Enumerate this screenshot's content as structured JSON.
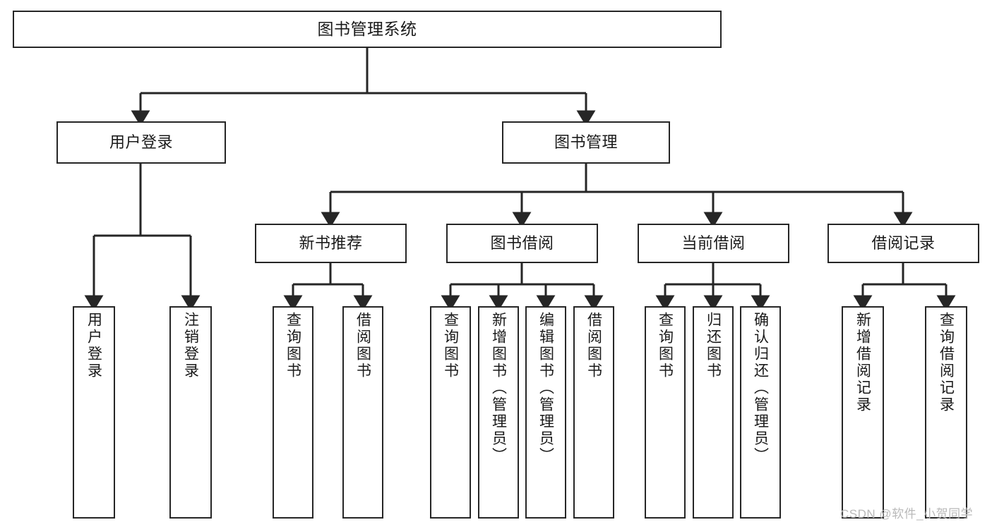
{
  "diagram": {
    "title": "图书管理系统",
    "type": "tree-hierarchy",
    "root": {
      "label": "图书管理系统"
    },
    "level2": [
      {
        "label": "用户登录"
      },
      {
        "label": "图书管理"
      }
    ],
    "level3": [
      {
        "label": "新书推荐"
      },
      {
        "label": "图书借阅"
      },
      {
        "label": "当前借阅"
      },
      {
        "label": "借阅记录"
      }
    ],
    "leaves": {
      "user_login": [
        {
          "label": "用户登录"
        },
        {
          "label": "注销登录"
        }
      ],
      "new_book_recommend": [
        {
          "label": "查询图书"
        },
        {
          "label": "借阅图书"
        }
      ],
      "book_borrow": [
        {
          "label": "查询图书"
        },
        {
          "label": "新增图书（管理员）"
        },
        {
          "label": "编辑图书（管理员）"
        },
        {
          "label": "借阅图书"
        }
      ],
      "current_borrow": [
        {
          "label": "查询图书"
        },
        {
          "label": "归还图书"
        },
        {
          "label": "确认归还（管理员）"
        }
      ],
      "borrow_record": [
        {
          "label": "新增借阅记录"
        },
        {
          "label": "查询借阅记录"
        }
      ]
    }
  },
  "watermark": {
    "text": "CSDN @软件_小贺同学"
  },
  "colors": {
    "border": "#262626",
    "background": "#ffffff",
    "text": "#1a1a1a",
    "watermark": "#b9b9b9"
  }
}
